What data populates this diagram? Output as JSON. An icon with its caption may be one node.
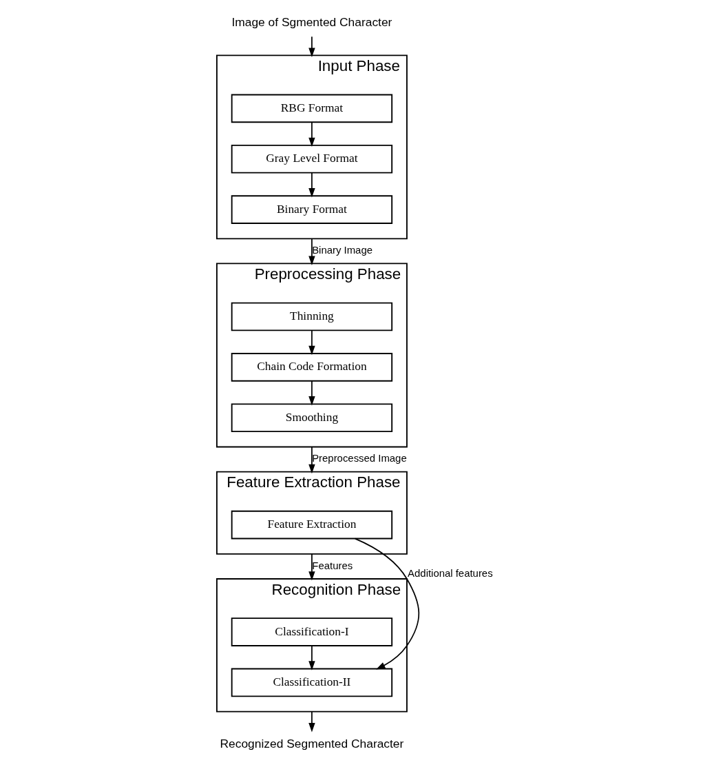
{
  "diagram": {
    "nodes": [
      {
        "text": [
          "Image of Sgmented Character"
        ]
      },
      {
        "text": [
          "Input Phase"
        ]
      },
      {
        "text": [
          "RBG Format"
        ],
        "in": 1
      },
      {
        "text": [
          "Gray Level Format"
        ],
        "in": 1
      },
      {
        "text": [
          "Binary Format"
        ],
        "in": 1
      },
      {
        "text": [
          "Preprocessing Phase"
        ]
      },
      {
        "text": [
          "Thinning"
        ],
        "in": 5
      },
      {
        "text": [
          "Chain Code Formation"
        ],
        "in": 5
      },
      {
        "text": [
          "Smoothing"
        ],
        "in": 5
      },
      {
        "text": [
          "Feature Extraction Phase"
        ]
      },
      {
        "text": [
          "Feature Extraction"
        ],
        "in": 9
      },
      {
        "text": [
          "Recognition Phase"
        ]
      },
      {
        "text": [
          "Classification-I"
        ],
        "in": 11
      },
      {
        "text": [
          "Classification-II"
        ],
        "in": 11
      },
      {
        "text": [
          "Recognized Segmented Character"
        ]
      }
    ],
    "edges": [
      {
        "from": 0,
        "to": 1,
        "arrow": "to"
      },
      {
        "from": 2,
        "to": 3,
        "arrow": "to"
      },
      {
        "from": 3,
        "to": 4,
        "arrow": "to"
      },
      {
        "from": 1,
        "to": 5,
        "arrow": "to",
        "label": "Binary Image"
      },
      {
        "from": 6,
        "to": 7,
        "arrow": "to"
      },
      {
        "from": 7,
        "to": 8,
        "arrow": "to"
      },
      {
        "from": 5,
        "to": 9,
        "arrow": "to",
        "label": "Preprocessed Image"
      },
      {
        "from": 9,
        "to": 11,
        "arrow": "to",
        "label": "Features"
      },
      {
        "from": 12,
        "to": 13,
        "arrow": "to"
      },
      {
        "from": 10,
        "to": 13,
        "arrow": "to",
        "label": "Additional features"
      },
      {
        "from": 11,
        "to": 14,
        "arrow": "to"
      }
    ]
  }
}
